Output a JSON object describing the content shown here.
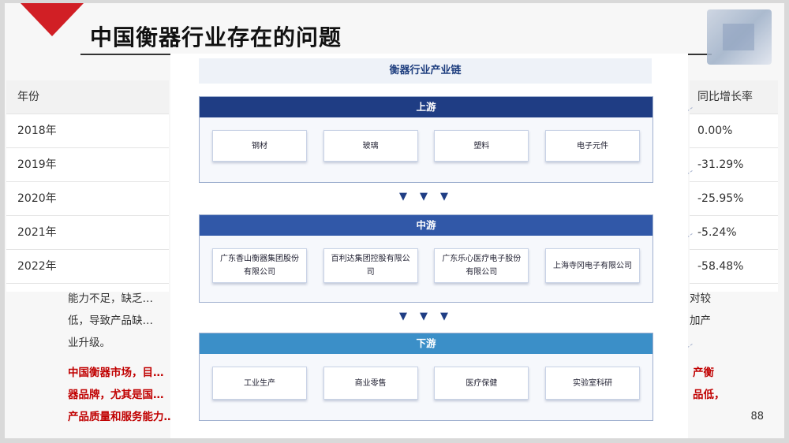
{
  "slide": {
    "title": "中国衡器行业存在的问题",
    "page_number": "88"
  },
  "left_table": {
    "header": "年份",
    "rows": [
      "2018年",
      "2019年",
      "2020年",
      "2021年",
      "2022年"
    ]
  },
  "right_table": {
    "header": "同比增长率",
    "rows": [
      "0.00%",
      "-31.29%",
      "-25.95%",
      "-5.24%",
      "-58.48%"
    ]
  },
  "body_text": {
    "line1": "能力不足，缺乏…",
    "line1_right": "对较",
    "line2": "低，导致产品缺…",
    "line2_right": "加产",
    "line3": "业升级。"
  },
  "red_text": {
    "line1_left": "中国衡器市场，目…",
    "line1_right": "产衡",
    "line2_left": "器品牌，尤其是国…",
    "line2_right": "品低，",
    "line3_left": "产品质量和服务能力…"
  },
  "chain": {
    "title": "衡器行业产业链",
    "upstream": {
      "label": "上游",
      "items": [
        "钢材",
        "玻璃",
        "塑料",
        "电子元件"
      ]
    },
    "midstream": {
      "label": "中游",
      "items": [
        "广东香山衡器集团股份有限公司",
        "百利达集团控股有限公司",
        "广东乐心医疗电子股份有限公司",
        "上海寺冈电子有限公司"
      ]
    },
    "downstream": {
      "label": "下游",
      "items": [
        "工业生产",
        "商业零售",
        "医疗保健",
        "实验室科研"
      ]
    },
    "arrow_glyph": "▼"
  },
  "colors": {
    "accent_red": "#d11f25",
    "upstream_band": "#1f3d84",
    "midstream_band": "#3158a8",
    "downstream_band": "#3b8fc8"
  }
}
